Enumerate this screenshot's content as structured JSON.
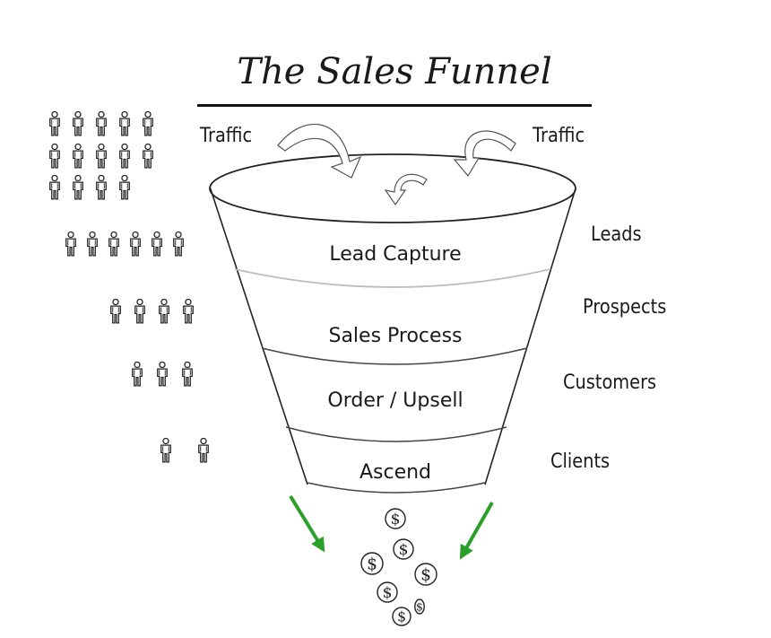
{
  "title": "The Sales Funnel",
  "traffic": {
    "left": "Traffic",
    "right": "Traffic"
  },
  "stages": [
    {
      "label": "Lead Capture",
      "side": "Leads",
      "people": 6
    },
    {
      "label": "Sales Process",
      "side": "Prospects",
      "people": 4
    },
    {
      "label": "Order / Upsell",
      "side": "Customers",
      "people": 3
    },
    {
      "label": "Ascend",
      "side": "Clients",
      "people": 2
    }
  ],
  "traffic_people": 14,
  "dollar_symbol": "$",
  "dollar_count": 7,
  "colors": {
    "arrow": "#2aa02a",
    "line": "#222222",
    "band": "#bdbdbd"
  }
}
